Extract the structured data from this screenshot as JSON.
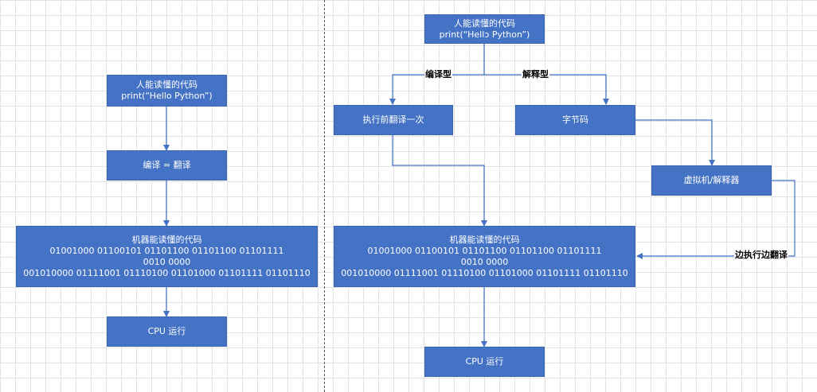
{
  "left": {
    "human_code": {
      "line1": "人能读懂的代码",
      "line2": "print(“Hello Python”)"
    },
    "compile_box": "编译 = 翻译",
    "machine_code": {
      "line1": "机器能读懂的代码",
      "line2": "01001000 01100101 01101100 01101100 01101111",
      "line3": "0010 0000",
      "line4": "001010000 01111001 01110100 01101000 01101111 01101110"
    },
    "cpu": "CPU 运行"
  },
  "right": {
    "human_code": {
      "line1": "人能读懂的代码",
      "line2": "print(“Hellɔ Python”)"
    },
    "label_compiled": "编译型",
    "label_interpreted": "解释型",
    "translate_once": "执行前翻译一次",
    "bytecode": "字节码",
    "vm": "虚拟机/解释器",
    "label_interpret_while_run": "边执行边翻译",
    "machine_code": {
      "line1": "机器能读懂的代码",
      "line2": "01001000 01100101 01101100 01101100 01101111",
      "line3": "0010 0000",
      "line4": "001010000 01111001 01110100 01101000 01101111 01101110"
    },
    "cpu": "CPU 运行"
  },
  "colors": {
    "box_fill": "#4472c4",
    "connector": "#4472c4",
    "divider": "#555555",
    "grid": "#e3e3e3"
  }
}
